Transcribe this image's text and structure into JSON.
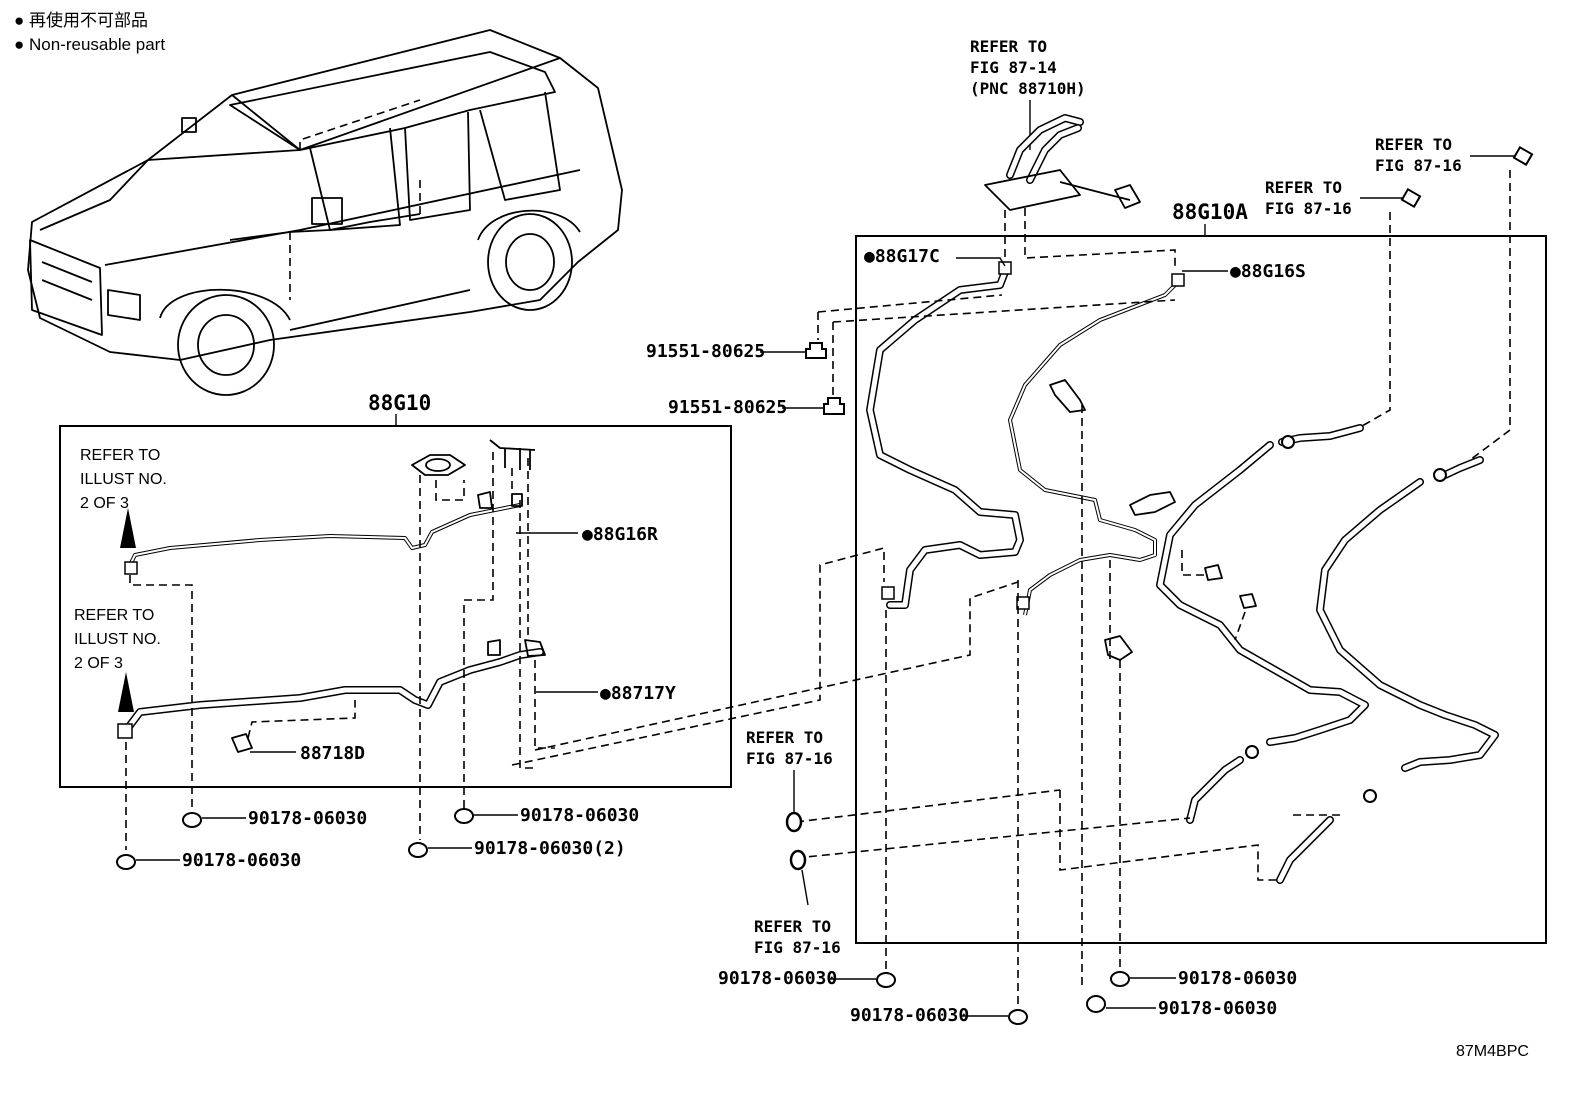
{
  "legend": {
    "line1": "● 再使用不可部品",
    "line2": "● Non-reusable part"
  },
  "diagram_code": "87M4BPC",
  "groups": {
    "left_box": "88G10",
    "right_box": "88G10A"
  },
  "parts": {
    "p_88g16r": "●88G16R",
    "p_88717y": "●88717Y",
    "p_88718d": "88718D",
    "p_88g17c": "●88G17C",
    "p_88g16s": "●88G16S",
    "bolt_a": "91551-80625",
    "bolt_b": "91551-80625",
    "nut_l1": "90178-06030",
    "nut_l2": "90178-06030",
    "nut_l3": "90178-06030",
    "nut_l4": "90178-06030(2)",
    "nut_r1": "90178-06030",
    "nut_r2": "90178-06030",
    "nut_r3": "90178-06030",
    "nut_r4": "90178-06030"
  },
  "refs": {
    "top_center": [
      "REFER TO",
      "FIG 87-14",
      "(PNC 88710H)"
    ],
    "top_right_a": [
      "REFER TO",
      "FIG 87-16"
    ],
    "top_right_b": [
      "REFER TO",
      "FIG 87-16"
    ],
    "mid_left_a": [
      "REFER TO",
      "FIG 87-16"
    ],
    "mid_left_b": [
      "REFER TO",
      "FIG 87-16"
    ],
    "illust_a": [
      "REFER TO",
      "ILLUST NO.",
      "2 OF 3"
    ],
    "illust_b": [
      "REFER TO",
      "ILLUST NO.",
      "2 OF 3"
    ]
  }
}
